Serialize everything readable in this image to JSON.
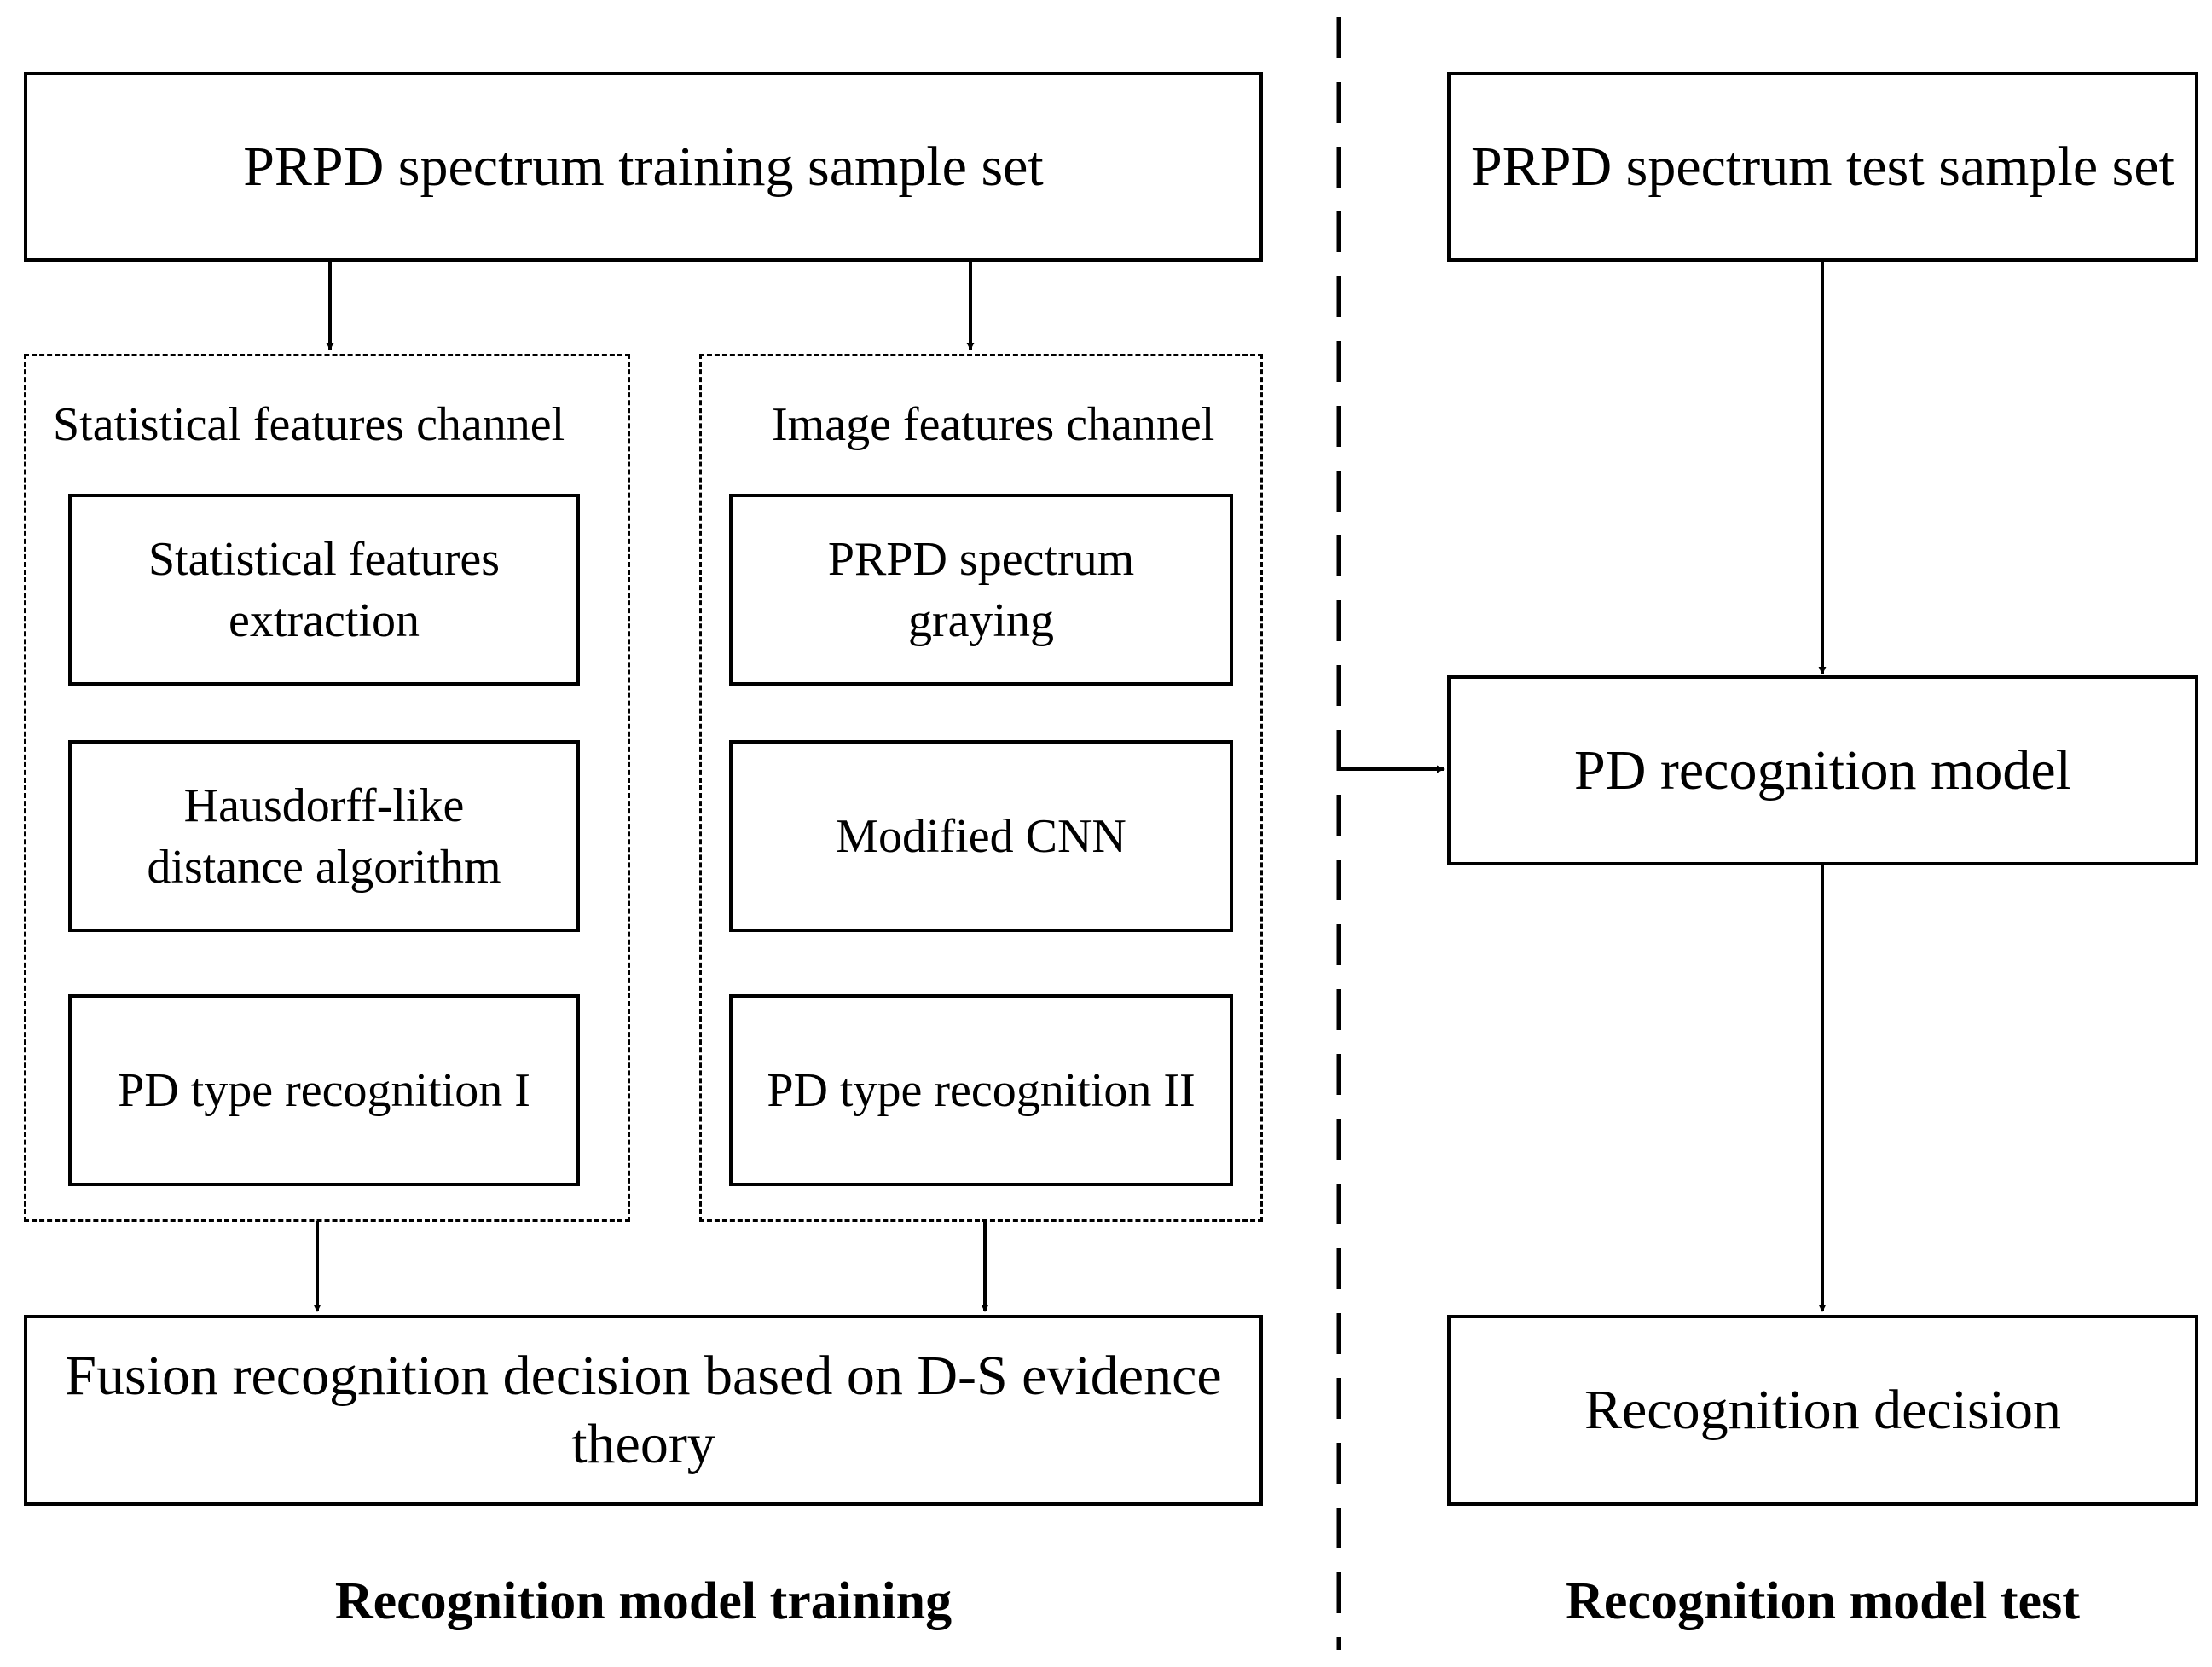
{
  "training": {
    "sample_set": "PRPD spectrum training sample set",
    "stat_channel": {
      "title": "Statistical features channel",
      "steps": [
        "Statistical features extraction",
        "Hausdorff-like distance algorithm",
        "PD type recognition I"
      ]
    },
    "image_channel": {
      "title": "Image features channel",
      "steps": [
        "PRPD spectrum graying",
        "Modified CNN",
        "PD type recognition II"
      ]
    },
    "fusion": "Fusion recognition decision based on D-S evidence theory",
    "caption": "Recognition model training"
  },
  "test": {
    "sample_set": "PRPD spectrum test sample set",
    "model": "PD recognition model",
    "decision": "Recognition decision",
    "caption": "Recognition model test"
  }
}
